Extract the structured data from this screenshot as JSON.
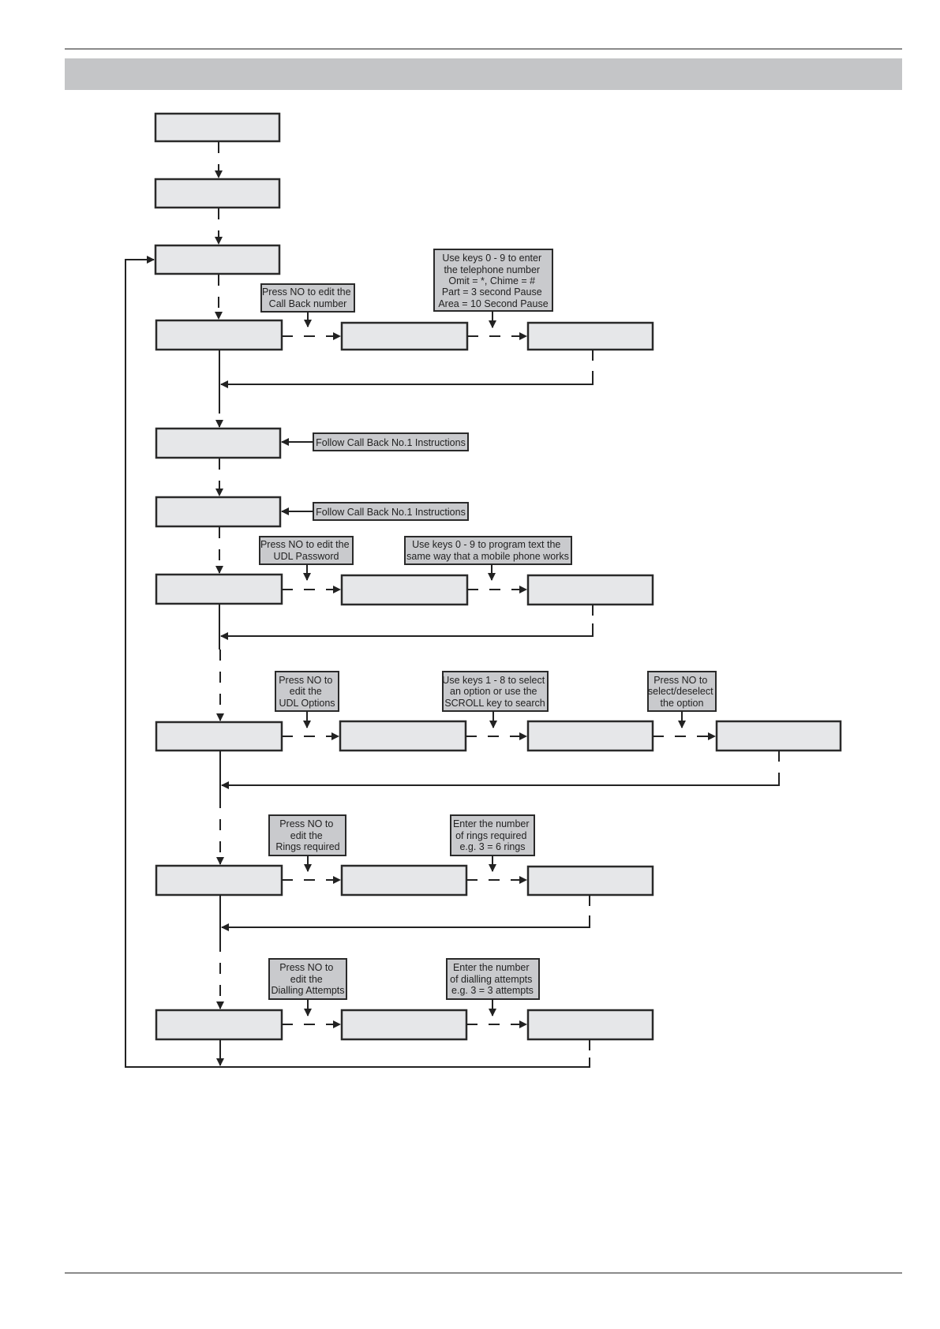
{
  "notes": {
    "n1": [
      "Press NO to edit the",
      "Call Back number"
    ],
    "n2": [
      "Use keys 0 - 9 to enter",
      "the telephone number",
      "Omit = *, Chime = #",
      "Part = 3 second Pause",
      "Area = 10 Second Pause"
    ],
    "n3": [
      "Follow Call Back No.1 Instructions"
    ],
    "n4": [
      "Follow Call Back No.1 Instructions"
    ],
    "n5": [
      "Press NO to edit the",
      "UDL Password"
    ],
    "n6": [
      "Use keys 0 - 9 to program text the",
      "same way that a mobile phone works"
    ],
    "n7": [
      "Press NO to",
      "edit the",
      "UDL Options"
    ],
    "n8": [
      "Use keys 1 - 8 to select",
      "an option or use the",
      "SCROLL key to search"
    ],
    "n9": [
      "Press NO to",
      "select/deselect",
      "the option"
    ],
    "n10": [
      "Press NO to",
      "edit the",
      "Rings required"
    ],
    "n11": [
      "Enter the number",
      "of rings required",
      "e.g. 3 = 6 rings"
    ],
    "n12": [
      "Press NO to",
      "edit the",
      "Dialling Attempts"
    ],
    "n13": [
      "Enter the number",
      "of dialling attempts",
      "e.g. 3 = 3 attempts"
    ]
  }
}
